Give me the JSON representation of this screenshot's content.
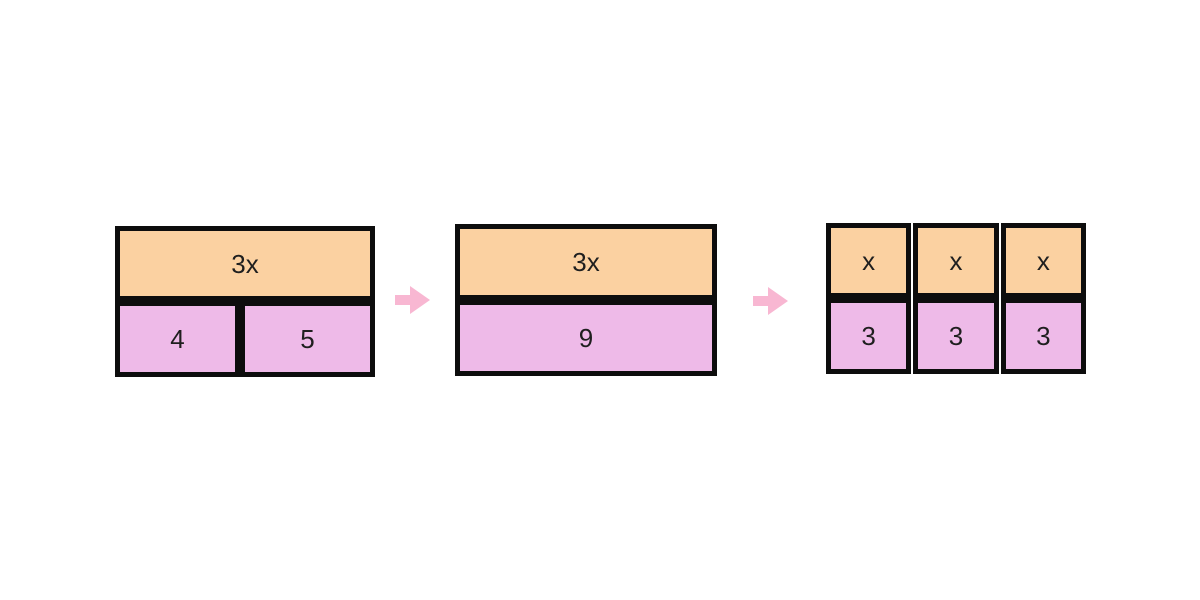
{
  "colors": {
    "bg": "#ffffff",
    "top_fill": "#FBD1A1",
    "bottom_fill": "#EEBAE8",
    "border": "#0d0d0d",
    "arrow": "#F8B7D2",
    "text": "#1f1f1f"
  },
  "arrow_icon": "right-arrow",
  "diagrams": [
    {
      "id": "step-1",
      "top_cells": [
        "3x"
      ],
      "bottom_cells": [
        "4",
        "5"
      ]
    },
    {
      "id": "step-2",
      "top_cells": [
        "3x"
      ],
      "bottom_cells": [
        "9"
      ]
    },
    {
      "id": "step-3",
      "top_cells": [
        "x",
        "x",
        "x"
      ],
      "bottom_cells": [
        "3",
        "3",
        "3"
      ]
    }
  ]
}
